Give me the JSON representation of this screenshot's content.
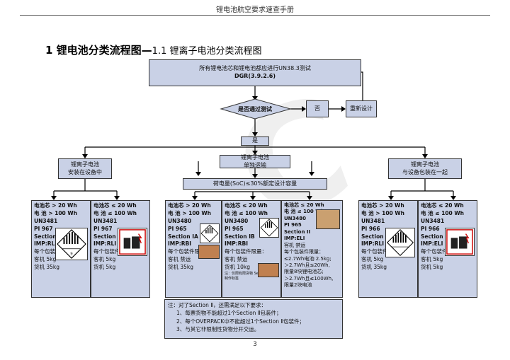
{
  "header": {
    "text": "锂电池航空要求速查手册"
  },
  "title": {
    "main": "1 锂电池分类流程图—",
    "sub": "1.1 锂离子电池分类流程图"
  },
  "page_number": "3",
  "watermark": "C",
  "flow": {
    "top_line1": "所有锂电池芯和锂电池都应进行UN38.3测试",
    "top_line2": "DGR(3.9.2.6)",
    "decision": "是否通过测试",
    "no": "否",
    "redesign": "重新设计",
    "yes": "是",
    "in_equipment": [
      "锂离子电池",
      "安装在设备中"
    ],
    "standalone": [
      "锂离子电池",
      "单独运输"
    ],
    "with_equipment": [
      "锂离子电池",
      "与设备包装在一起"
    ],
    "soc": "荷电量(SoC)≤30%额定设计容量"
  },
  "columns": {
    "c1": [
      "电池芯 > 20 Wh",
      "电    池 > 100 Wh",
      "UN3481",
      "PI 967",
      "Section I",
      "IMP:RLI",
      "每个包装件限量：",
      "客机 5kg",
      "货机 35kg"
    ],
    "c2": [
      "电池芯 ≤ 20 Wh",
      "电    池 ≤ 100 Wh",
      "UN3481",
      "PI 967",
      "Section II",
      "IMP:RLI",
      "每个包装件限量：",
      "客机 5kg",
      "货机 5kg"
    ],
    "c3": [
      "电池芯 > 20 Wh",
      "电    池 > 100 Wh",
      "UN3480",
      "PI 965",
      "Section IA",
      "IMP:RBI",
      "每个包装件限量：",
      "客机 禁运",
      "货机 35kg"
    ],
    "c4": [
      "电池芯 ≤ 20 Wh",
      "电    池 ≤ 100 Wh",
      "UN3480",
      "PI 965",
      "Section IB",
      "IMP:RBI",
      "每个包装件限量：",
      "客机 禁运",
      "货机 10kg",
      "注：仅限有限货物 Section II包装",
      "制作标签"
    ],
    "c5": [
      "电池芯 ≤ 20 Wh",
      "电    池 ≤ 100 Wh",
      "UN3480",
      "PI 965",
      "Section II",
      "IMP:ELI",
      "客机 禁运",
      "每个包装件限量：",
      "≤2.7Wh电池:2.5kg;",
      "＞2.7Wh且≤20Wh,",
      "限量8块锂电池芯;",
      "＞2.7Wh且≤100Wh,",
      "限量2块电池"
    ],
    "c6": [
      "电池芯 > 20 Wh",
      "电    池 > 100 Wh",
      "UN3481",
      "PI 966",
      "Section I",
      "IMP:RLI",
      "每个包装件限量：",
      "客机 5kg",
      "货机 35kg"
    ],
    "c7": [
      "电池芯 ≤ 20 Wh",
      "电    池 ≤ 100 Wh",
      "UN3481",
      "PI 966",
      "Section II",
      "IMP:ELI",
      "每个包装件限量：",
      "客机 5kg",
      "货机 5kg"
    ]
  },
  "notes": [
    "注：对了Section Ⅱ，还需满足以下要求：",
    "1、每票货物不能超过1个Section Ⅱ包装件；",
    "2、每个OVERPACK中不能超过1个Section Ⅱ包装件；",
    "3、与其它非限制性货物分开交运。"
  ]
}
